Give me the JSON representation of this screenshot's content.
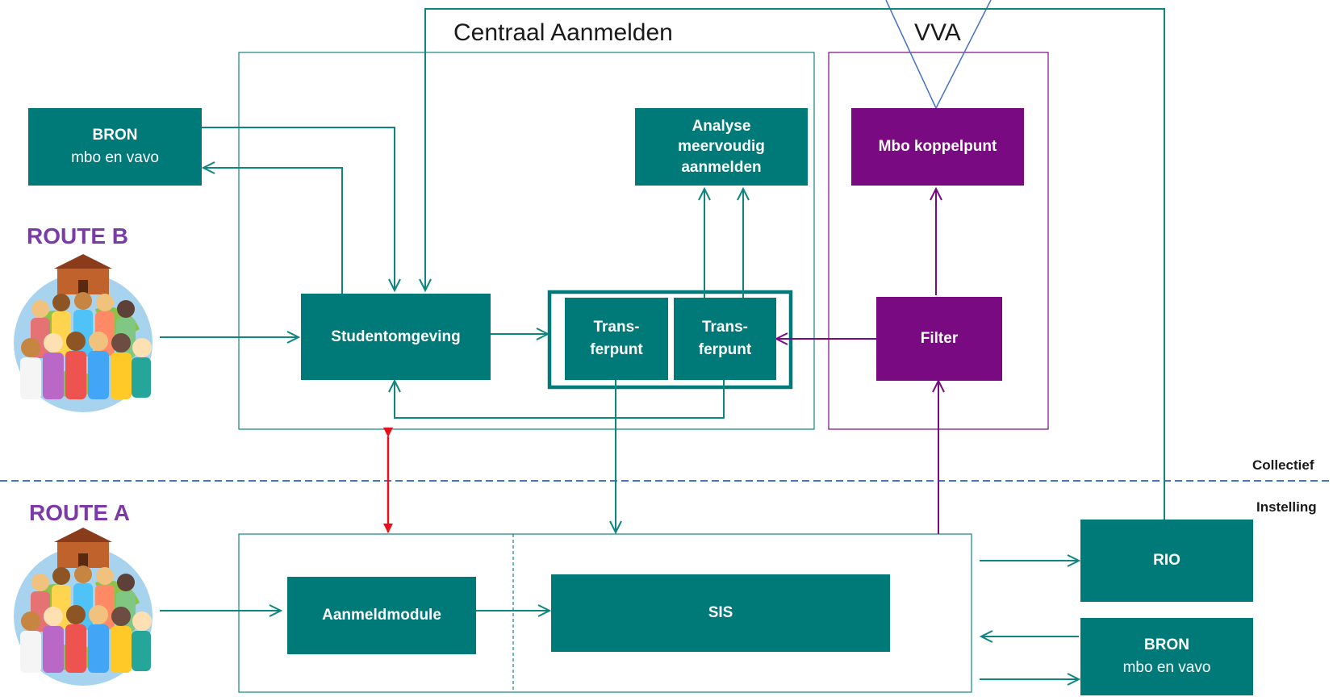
{
  "titles": {
    "centraal": "Centraal Aanmelden",
    "vva": "VVA"
  },
  "routes": {
    "route_b": "ROUTE B",
    "route_a": "ROUTE A"
  },
  "zones": {
    "collectief": "Collectief",
    "instelling": "Instelling"
  },
  "boxes": {
    "bron_top": {
      "title": "BRON",
      "subtitle": "mbo en vavo"
    },
    "analyse": {
      "line1": "Analyse",
      "line2": "meervoudig",
      "line3": "aanmelden"
    },
    "mbo_koppelpunt": "Mbo koppelpunt",
    "studentomgeving": "Studentomgeving",
    "transferpunt_1": {
      "line1": "Trans-",
      "line2": "ferpunt"
    },
    "transferpunt_2": {
      "line1": "Trans-",
      "line2": "ferpunt"
    },
    "filter": "Filter",
    "aanmeldmodule": "Aanmeldmodule",
    "sis": "SIS",
    "rio": "RIO",
    "bron_bottom": {
      "title": "BRON",
      "subtitle": "mbo en vavo"
    }
  },
  "colors": {
    "teal": "#007a78",
    "purple": "#7a0a82",
    "route_label": "#7a3aa8",
    "divider": "#4472c4",
    "red_arrow": "#e8101a",
    "blue_line": "#4472c4"
  },
  "icons": {
    "people_globe": "students-globe-illustration"
  }
}
